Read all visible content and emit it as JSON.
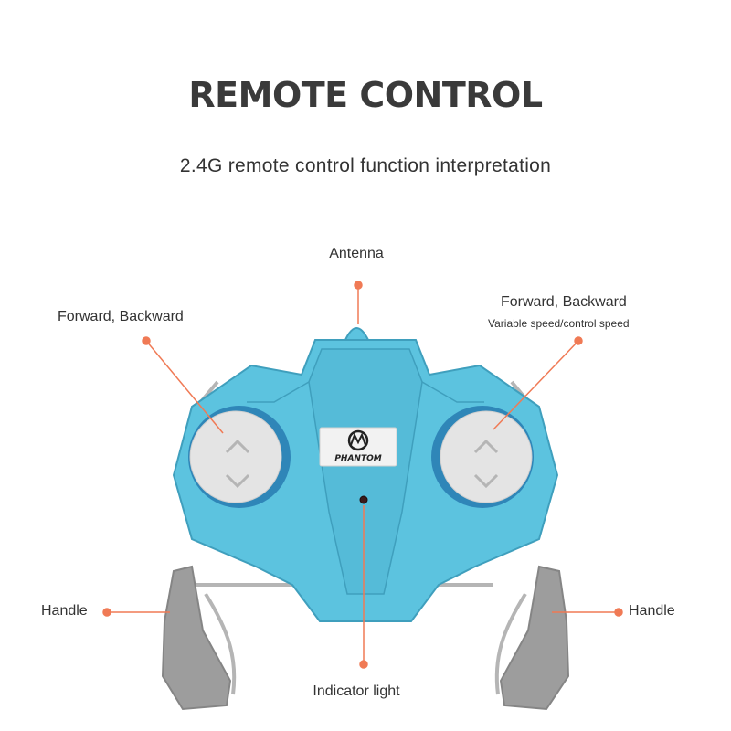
{
  "header": {
    "title": "REMOTE CONTROL",
    "subtitle": "2.4G remote control function interpretation"
  },
  "labels": {
    "antenna": "Antenna",
    "left_control": "Forward, Backward",
    "right_control": "Forward, Backward",
    "right_control_note": "Variable speed/control speed",
    "handle_left": "Handle",
    "handle_right": "Handle",
    "indicator": "Indicator light"
  },
  "product": {
    "logo_text": "PHANTOM"
  },
  "colors": {
    "body": "#5cc3df",
    "body_dark": "#47a9c7",
    "wheel": "#e4e4e4",
    "wheel_ring": "#2f86b8",
    "handle": "#9e9e9e",
    "callout": "#f07a55"
  }
}
